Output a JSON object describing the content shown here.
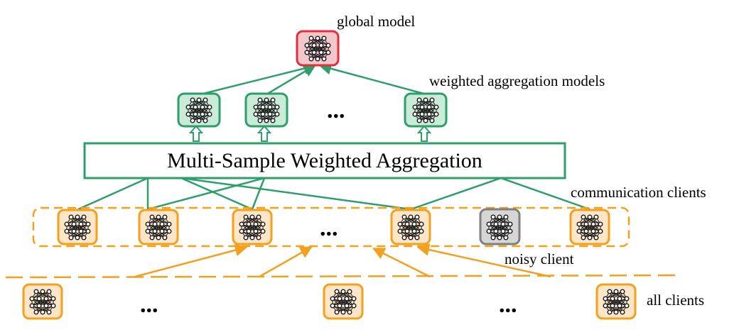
{
  "labels": {
    "global_model": "global model",
    "weighted_aggregation_models": "weighted aggregation models",
    "aggregation_box": "Multi-Sample Weighted Aggregation",
    "communication_clients": "communication clients",
    "noisy_client": "noisy client",
    "all_clients": "all clients",
    "ellipsis": "..."
  },
  "colors": {
    "global_fill": "#f4c7cb",
    "global_stroke": "#e0303f",
    "agg_fill": "#c9ebd8",
    "agg_stroke": "#2e9e6a",
    "client_fill": "#fde6c8",
    "client_stroke": "#f2a01e",
    "noisy_fill": "#d6d6d6",
    "noisy_stroke": "#7f7f7f",
    "green_line": "#2e9e6a",
    "orange_line": "#f2a01e",
    "network": "#1a1a1a"
  },
  "icons": {
    "network": "neural-network-icon"
  }
}
